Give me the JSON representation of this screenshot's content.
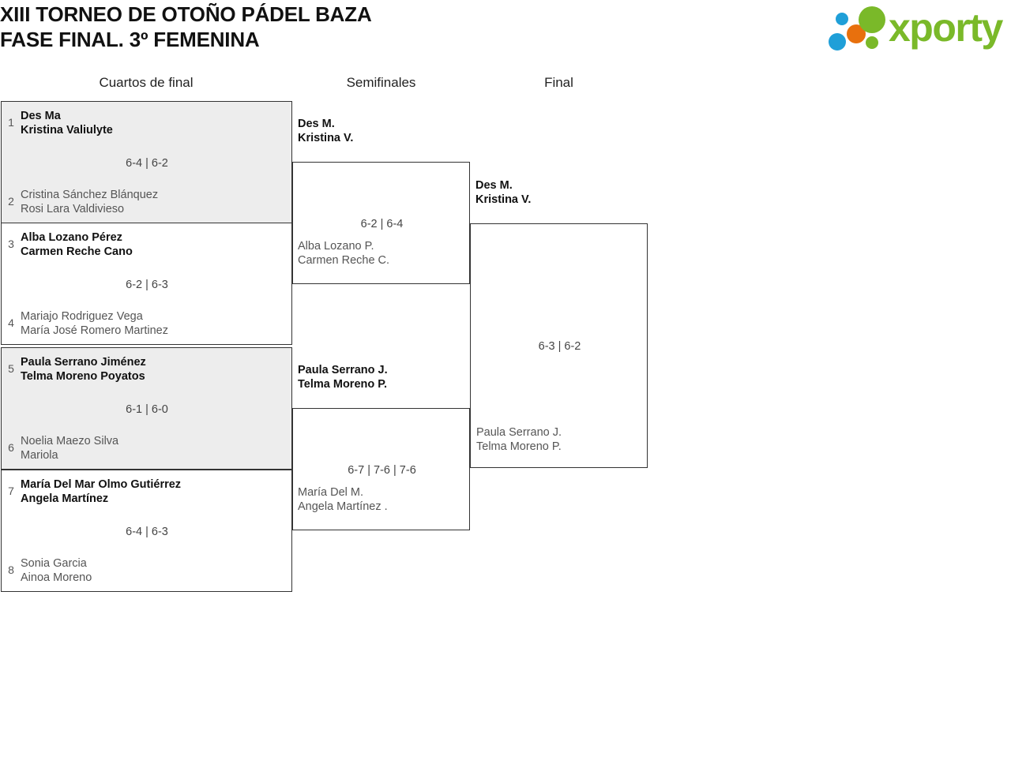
{
  "header": {
    "title_line_1": "XIII TORNEO DE OTOÑO PÁDEL BAZA",
    "title_line_2": "FASE FINAL. 3º FEMENINA",
    "logo_text": "xporty",
    "logo_colors": {
      "green": "#7ab929",
      "blue": "#1f9fd8",
      "orange": "#e8700d"
    }
  },
  "rounds": [
    {
      "label": "Cuartos de final"
    },
    {
      "label": "Semifinales"
    },
    {
      "label": "Final"
    }
  ],
  "quarterfinals": [
    {
      "score": "6-4 | 6-2",
      "top": {
        "seed": "1",
        "player_1": "Des Ma",
        "player_2": "Kristina Valiulyte",
        "winner": true
      },
      "bottom": {
        "seed": "2",
        "player_1": "Cristina Sánchez Blánquez",
        "player_2": "Rosi Lara Valdivieso",
        "winner": false
      }
    },
    {
      "score": "6-2 | 6-3",
      "top": {
        "seed": "3",
        "player_1": "Alba Lozano Pérez",
        "player_2": "Carmen Reche Cano",
        "winner": true
      },
      "bottom": {
        "seed": "4",
        "player_1": "Mariajo Rodriguez Vega",
        "player_2": "María José Romero Martinez",
        "winner": false
      }
    },
    {
      "score": "6-1 | 6-0",
      "top": {
        "seed": "5",
        "player_1": "Paula Serrano Jiménez",
        "player_2": "Telma Moreno Poyatos",
        "winner": true
      },
      "bottom": {
        "seed": "6",
        "player_1": "Noelia Maezo Silva",
        "player_2": "Mariola",
        "winner": false
      }
    },
    {
      "score": "6-4 | 6-3",
      "top": {
        "seed": "7",
        "player_1": "María Del Mar Olmo Gutiérrez",
        "player_2": "Angela Martínez",
        "winner": true
      },
      "bottom": {
        "seed": "8",
        "player_1": "Sonia Garcia",
        "player_2": "Ainoa Moreno",
        "winner": false
      }
    }
  ],
  "semifinals": [
    {
      "score": "6-2 | 6-4",
      "top": {
        "player_1": "Des M.",
        "player_2": "Kristina V.",
        "winner": true
      },
      "bottom": {
        "player_1": "Alba Lozano P.",
        "player_2": "Carmen Reche C.",
        "winner": false
      }
    },
    {
      "score": "6-7 | 7-6 | 7-6",
      "top": {
        "player_1": "Paula Serrano J.",
        "player_2": "Telma Moreno P.",
        "winner": true
      },
      "bottom": {
        "player_1": "María Del M.",
        "player_2": "Angela Martínez .",
        "winner": false
      }
    }
  ],
  "final": {
    "score": "6-3 | 6-2",
    "top": {
      "player_1": "Des M.",
      "player_2": "Kristina V.",
      "winner": true
    },
    "bottom": {
      "player_1": "Paula Serrano J.",
      "player_2": "Telma Moreno P.",
      "winner": false
    }
  }
}
